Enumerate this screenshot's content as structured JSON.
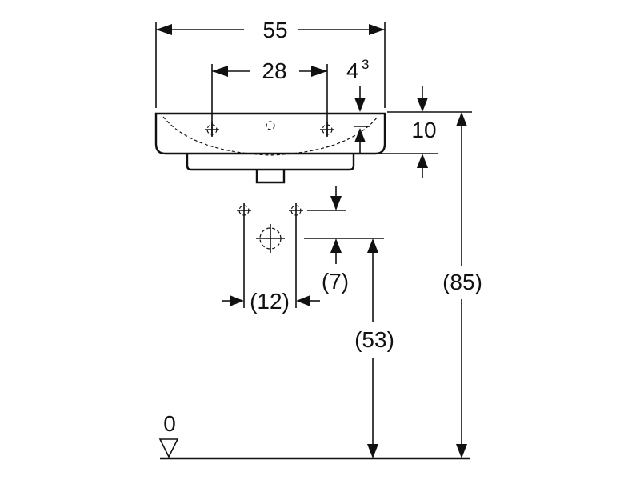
{
  "dimensions": {
    "width_total": "55",
    "tap_hole_spacing": "28",
    "rim_offset_base": "4",
    "rim_offset_sup": "3",
    "rim_height": "10",
    "drain_spacing": "(12)",
    "supply_offset": "(7)",
    "drain_height": "(53)",
    "rim_floor_height": "(85)",
    "floor_level": "0"
  }
}
